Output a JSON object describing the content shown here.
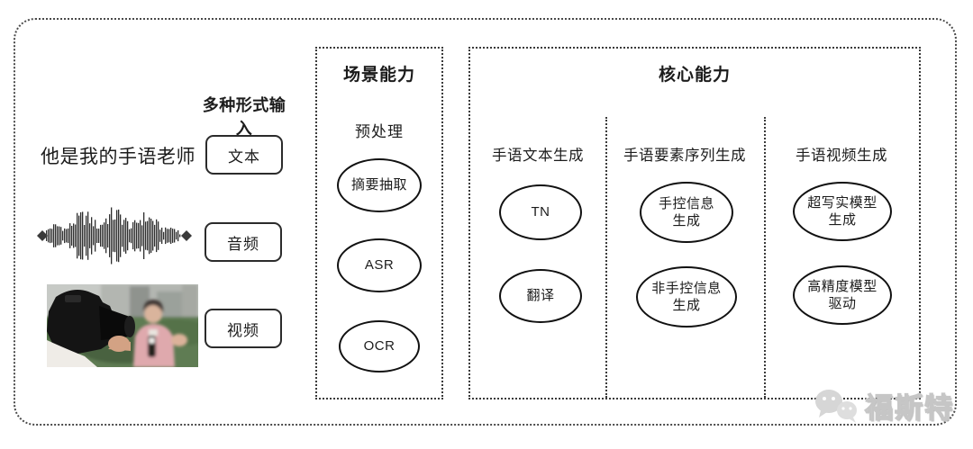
{
  "colors": {
    "ink": "#1c1c1c",
    "frame_dotted": "#4a4a4a",
    "ellipse_stroke": "#111111",
    "watermark_gray": "#c6c6c6",
    "photo_pink": "#dfa9ad",
    "photo_green": "#5e7b52"
  },
  "input_section": {
    "label": "多种形式输入",
    "sentence": "他是我的手语老师",
    "types": [
      {
        "label": "文本"
      },
      {
        "label": "音频"
      },
      {
        "label": "视频"
      }
    ]
  },
  "scene_box": {
    "title": "场景能力",
    "subtitle": "预处理",
    "nodes": [
      "摘要抽取",
      "ASR",
      "OCR"
    ]
  },
  "core_box": {
    "title": "核心能力",
    "columns": [
      {
        "header": "手语文本生成",
        "nodes": [
          "TN",
          "翻译"
        ]
      },
      {
        "header": "手语要素序列生成",
        "nodes": [
          "手控信息\n生成",
          "非手控信息\n生成"
        ]
      },
      {
        "header": "手语视频生成",
        "nodes": [
          "超写实模型\n生成",
          "高精度模型\n驱动"
        ]
      }
    ]
  },
  "watermark": {
    "text": "福斯特",
    "icon": "wechat-bubbles-icon"
  }
}
